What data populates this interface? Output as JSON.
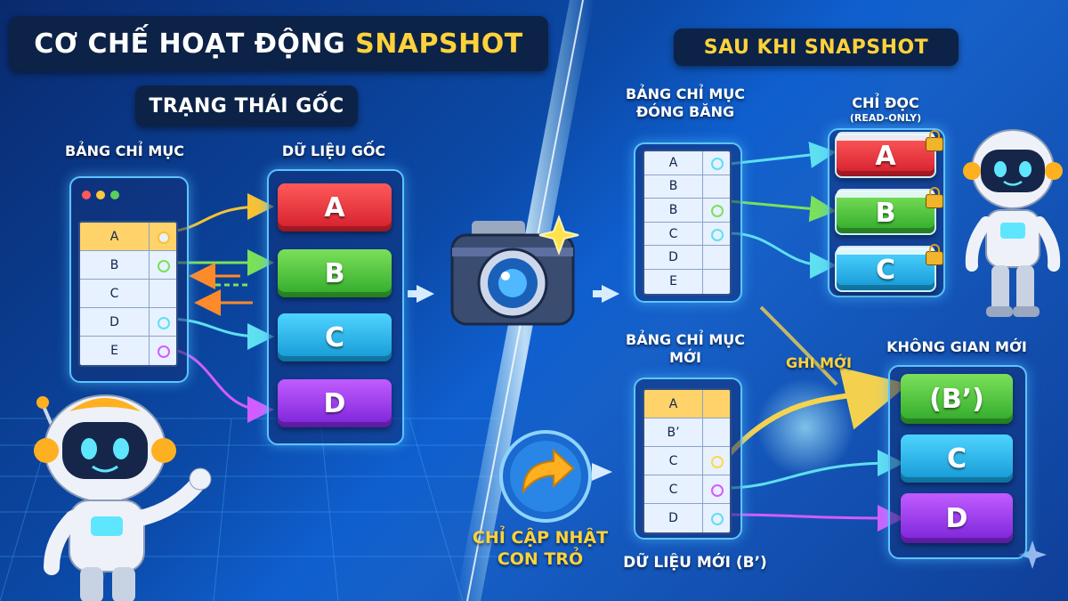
{
  "title": {
    "prefix": "CƠ CHẾ HOẠT ĐỘNG",
    "highlight": "SNAPSHOT"
  },
  "after_title": "SAU KHI SNAPSHOT",
  "left": {
    "state_label": "TRẠNG THÁI GỐC",
    "index_label": "BẢNG CHỈ MỤC",
    "data_label": "DỮ LIỆU GỐC",
    "index_rows": [
      "A",
      "B",
      "C",
      "D",
      "E"
    ],
    "blocks": [
      "A",
      "B",
      "C",
      "D"
    ]
  },
  "right_top": {
    "index_label_line1": "BẢNG CHỈ MỤC",
    "index_label_line2": "ĐÓNG BĂNG",
    "readonly_label": "CHỈ ĐỌC",
    "readonly_sub": "(READ-ONLY)",
    "index_rows": [
      "A",
      "B",
      "B",
      "C",
      "D",
      "E"
    ],
    "blocks": [
      "A",
      "B",
      "C"
    ]
  },
  "right_bottom": {
    "index_label_line1": "BẢNG CHỈ MỤC",
    "index_label_line2": "MỚI",
    "write_label": "GHI MỚI",
    "space_label": "KHÔNG GIAN MỚI",
    "index_rows": [
      "A",
      "B’",
      "C",
      "C",
      "D"
    ],
    "blocks": [
      "(B’)",
      "C",
      "D"
    ],
    "pointer_label_line1": "CHỈ CẬP NHẬT",
    "pointer_label_line2": "CON TRỎ",
    "new_data_label": "DỮ LIỆU MỚI (B’)"
  },
  "colors": {
    "accent": "#ffd23a",
    "pill_bg": "#0c2247",
    "panel_border": "#5cc4ff"
  }
}
